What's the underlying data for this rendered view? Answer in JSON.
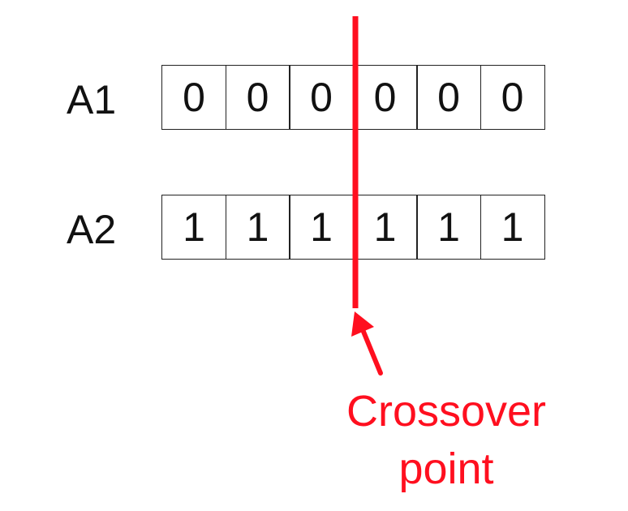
{
  "rows": [
    {
      "label": "A1",
      "bits": [
        "0",
        "0",
        "0",
        "0",
        "0",
        "0"
      ]
    },
    {
      "label": "A2",
      "bits": [
        "1",
        "1",
        "1",
        "1",
        "1",
        "1"
      ]
    }
  ],
  "crossover": {
    "caption_line1": "Crossover",
    "caption_line2": "point",
    "after_cell_index": 3,
    "color": "#ff0f1f"
  }
}
